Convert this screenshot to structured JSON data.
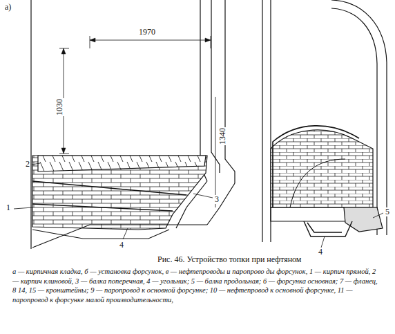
{
  "diagram": {
    "title": "Рис. 46. Устройство топки при нефтяном",
    "caption": "а — кирпичная кладка, б — установка форсунок, в — нефтепроводы и паропрово ды форсунок, 1 — кирпич прямой, 2 — кирпич клиновой, 3 — балка поперечная, 4 — угольник; 5 — балка продольная; 6 — форсунка основная; 7 — фланец, 8 14, 15 — кронштейны; 9 — паропровод к основной форсунке; 10 — нефтепровод к основной форсунке, 11 — паропровод к форсунке малой производительности,",
    "labels": [
      "а)",
      "1970",
      "1030",
      "1340",
      "2",
      "1",
      "3",
      "4",
      "4",
      "5"
    ]
  }
}
